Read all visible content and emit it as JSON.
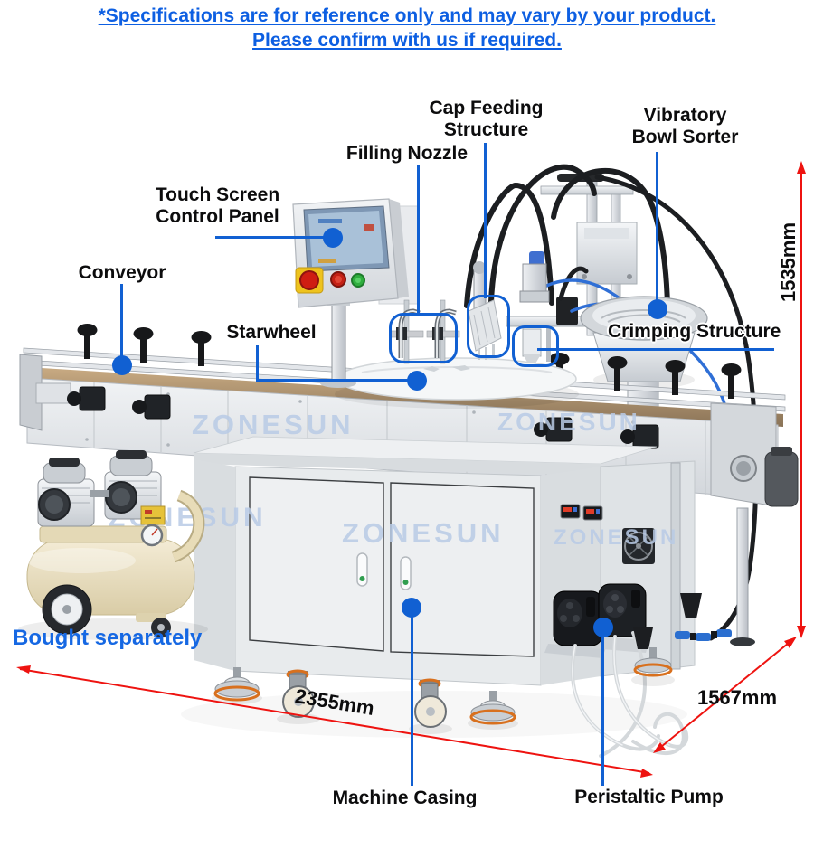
{
  "disclaimer": {
    "line1": "*Specifications are for reference only and may vary by your product.",
    "line2": "Please confirm with us if required."
  },
  "annotations": {
    "touch_screen": {
      "label": "Touch Screen\nControl Panel"
    },
    "conveyor": {
      "label": "Conveyor"
    },
    "starwheel": {
      "label": "Starwheel"
    },
    "filling_nozzle": {
      "label": "Filling Nozzle"
    },
    "cap_feeding": {
      "label": "Cap Feeding\nStructure"
    },
    "vibratory_bowl": {
      "label": "Vibratory\nBowl Sorter"
    },
    "crimping": {
      "label": "Crimping Structure"
    },
    "machine_casing": {
      "label": "Machine Casing"
    },
    "peristaltic_pump": {
      "label": "Peristaltic Pump"
    }
  },
  "dimensions": {
    "height": "1535mm",
    "length": "2355mm",
    "depth": "1567mm"
  },
  "compressor_note": "Bought separately",
  "brand_watermark": "ZONESUN",
  "colors": {
    "annotation_blue": "#1160d2",
    "dimension_red": "#ee1310",
    "disclaimer_blue": "#0d5fe2",
    "watermark_blue": "#b9cbe6",
    "label_black": "#0c0c0d"
  }
}
